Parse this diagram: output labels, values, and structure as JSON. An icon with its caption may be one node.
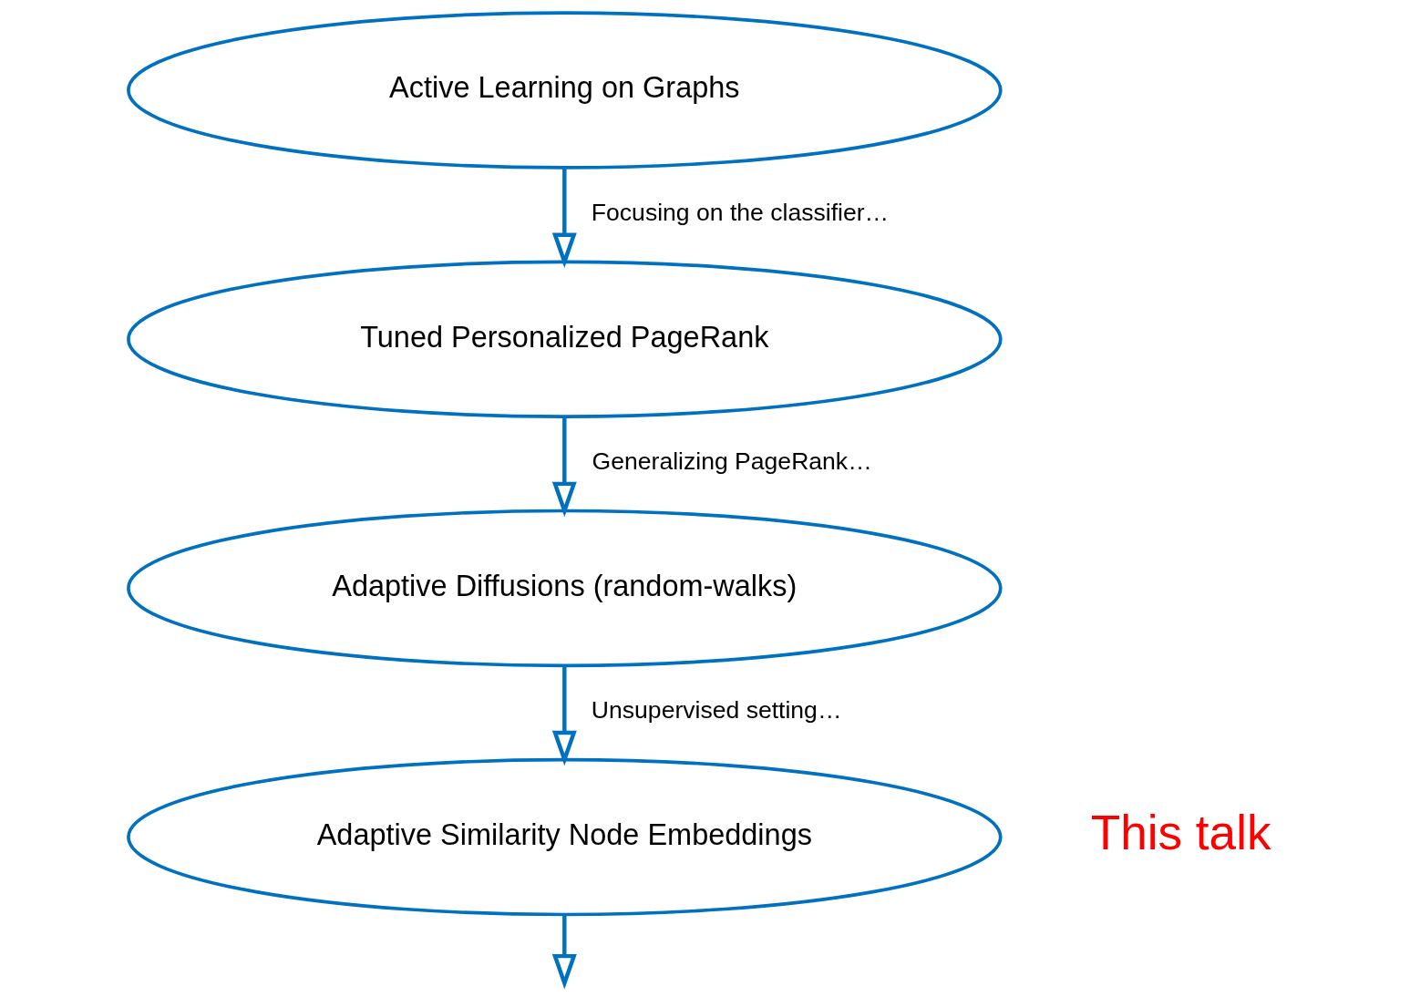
{
  "diagram": {
    "nodes": [
      {
        "text": [
          "Active Learning on Graphs"
        ]
      },
      {
        "text": [
          "Tuned Personalized PageRank"
        ]
      },
      {
        "text": [
          "Adaptive Diffusions (random-walks)"
        ]
      },
      {
        "text": [
          "Adaptive Similarity Node Embeddings"
        ]
      }
    ],
    "edges": [
      {
        "from": 0,
        "to": 1,
        "arrow": "to",
        "label": "Focusing on the classifier…"
      },
      {
        "from": 1,
        "to": 2,
        "arrow": "to",
        "label": "Generalizing PageRank…"
      },
      {
        "from": 2,
        "to": 3,
        "arrow": "to",
        "label": "Unsupervised setting…"
      },
      {
        "from": 3,
        "to": null,
        "arrow": "to"
      }
    ],
    "labels": [
      "This talk"
    ]
  }
}
